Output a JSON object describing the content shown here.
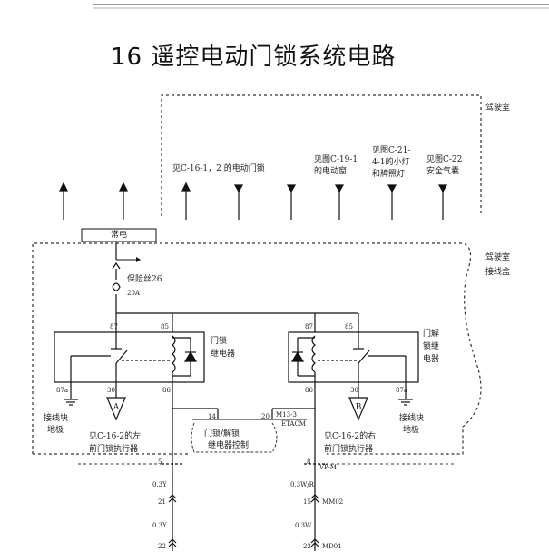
{
  "header": {
    "title": "16  遥控电动门锁系统电路"
  },
  "zones": {
    "cabin": "驾驶室",
    "junction_box_line1": "驾驶室",
    "junction_box_line2": "接线盒"
  },
  "references": {
    "power_door_lock": "见C-16-1，2 的电动门锁",
    "power_window_line1": "见图C-19-1",
    "power_window_line2": "的电动窗",
    "small_light_line1": "见图C-21-",
    "small_light_line2": "4-1的小灯",
    "small_light_line3": "和牌照灯",
    "airbag_line1": "见图C-22",
    "airbag_line2": "安全气囊"
  },
  "power": {
    "label": "常电"
  },
  "fuse": {
    "label": "保险丝26",
    "rating": "20A"
  },
  "lock_relay": {
    "label_line1": "门锁",
    "label_line2": "继电器",
    "pin_87": "87",
    "pin_85": "85",
    "pin_87a": "87a",
    "pin_30": "30",
    "pin_86": "86"
  },
  "unlock_relay": {
    "label_line1": "门解",
    "label_line2": "锁继",
    "label_line3": "电器",
    "pin_87": "87",
    "pin_85": "85",
    "pin_86": "86",
    "pin_30": "30",
    "pin_87a": "87a"
  },
  "grounds": {
    "left_line1": "接线块",
    "left_line2": "地极",
    "right_line1": "接线块",
    "right_line2": "地极"
  },
  "actuators": {
    "left_marker": "A",
    "left_line1": "见C-16-2的左",
    "left_line2": "前门锁执行器",
    "right_marker": "B",
    "right_line1": "见C-16-2的右",
    "right_line2": "前门锁执行器"
  },
  "etacm": {
    "pin_14": "14",
    "pin_20": "20",
    "connector": "M13-3",
    "name": "ETACM",
    "control_line1": "门锁/解锁",
    "control_line2": "继电器控制"
  },
  "lower_wires": {
    "row1_pin_left": "5",
    "row1_pin_right": "8",
    "row1_connector": "VP-M",
    "row2_color_left": "0.3Y",
    "row2_color_right": "0.3W/R",
    "row3_pin_left": "21",
    "row3_pin_right": "15",
    "row3_connector": "MM02",
    "row4_color_left": "0.3Y",
    "row4_color_right": "0.3W",
    "row5_pin_left": "22",
    "row5_pin_right": "22",
    "row5_connector": "MD01"
  }
}
